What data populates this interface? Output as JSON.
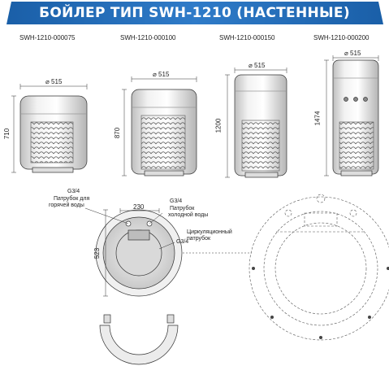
{
  "title": "БОЙЛЕР ТИП SWH-1210 (НАСТЕННЫЕ)",
  "colors": {
    "banner": "#1a5fa8",
    "banner_light": "#3a86d0",
    "line": "#333333"
  },
  "models": [
    {
      "name": "SWH-1210-000075",
      "diameter": "⌀ 515",
      "height": "710"
    },
    {
      "name": "SWH-1210-000100",
      "diameter": "⌀ 515",
      "height": "870"
    },
    {
      "name": "SWH-1210-000150",
      "diameter": "⌀ 515",
      "height": "1200"
    },
    {
      "name": "SWH-1210-000200",
      "diameter": "⌀ 515",
      "height": "1474"
    }
  ],
  "detail": {
    "g34_hot": "G3/4",
    "hot_line1": "Патрубок для",
    "hot_line2": "горячей воды",
    "width_dim": "230",
    "g34_cold": "G3/4",
    "cold_line1": "Патрубок",
    "cold_line2": "холодной воды",
    "height_dim": "523",
    "circ_line1": "Циркуляционный",
    "circ_line2": "патрубок",
    "g34_circ": "G3/4"
  }
}
